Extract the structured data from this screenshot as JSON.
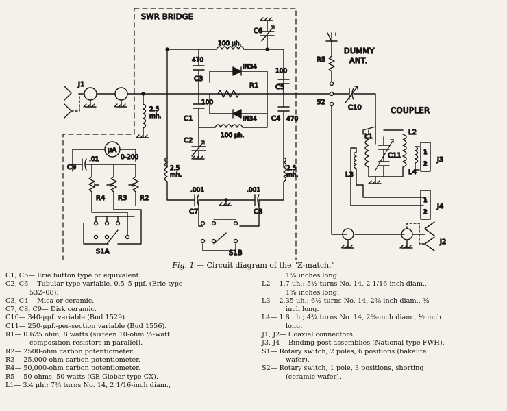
{
  "diagram": {
    "section_labels": {
      "swr_bridge": "SWR BRIDGE",
      "dummy_ant": "DUMMY",
      "dummy_ant_2": "ANT.",
      "coupler": "COUPLER"
    },
    "component_labels": {
      "j1": "J1",
      "j2": "J2",
      "j3": "J3",
      "j4": "J4",
      "c1": "C1",
      "c2": "C2",
      "c3": "C3",
      "c4": "C4",
      "c5": "C5",
      "c6": "C6",
      "c7": "C7",
      "c8": "C8",
      "c9": "C9",
      "c10": "C10",
      "c11": "C11",
      "r1": "R1",
      "r2": "R2",
      "r3": "R3",
      "r4": "R4",
      "r5": "R5",
      "l1": "L1",
      "l2": "L2",
      "l3": "L3",
      "l4": "L4",
      "s1a": "S1A",
      "s1b": "S1B",
      "s2": "S2",
      "meter": "μA"
    },
    "value_labels": {
      "l_top": "100 μh.",
      "l_mid": "100 μh.",
      "c3_val": "470",
      "c5_val": "100",
      "c1_val": "100",
      "c4_val": "470",
      "diode_top": "IN34",
      "diode_bot": "IN34",
      "rfc_left": "2.5",
      "rfc_left_2": "mh.",
      "rfc_bl": "2.5",
      "rfc_bl_2": "mh.",
      "rfc_br": "2.5",
      "rfc_br_2": "mh.",
      "c9_val": ".01",
      "meter_range": "0-200",
      "c7_val": ".001",
      "c8_val": ".001",
      "pin1_j3": "1",
      "pin2_j3": "2",
      "pin1_j4": "1",
      "pin2_j4": "2"
    }
  },
  "caption": {
    "prefix": "Fig. 1",
    "text": " — Circuit diagram of the \"Z-match.\""
  },
  "parts_left": [
    {
      "ref": "C1, C5",
      "text": "— Erie button type or equivalent."
    },
    {
      "ref": "C2, C6",
      "text": "— Tubular-type variable, 0.5–5 μμf. (Erie type"
    },
    {
      "ref": "",
      "text": "532–08)."
    },
    {
      "ref": "C3, C4",
      "text": "— Mica or ceramic."
    },
    {
      "ref": "C7, C8, C9",
      "text": "— Disk ceramic."
    },
    {
      "ref": "C10",
      "text": "— 340-μμf. variable (Bud 1529)."
    },
    {
      "ref": "C11",
      "text": "— 250-μμf.-per-section variable (Bud 1556)."
    },
    {
      "ref": "R1",
      "text": "— 0.625 ohm, 8 watts (sixteen 10-ohm ½-watt"
    },
    {
      "ref": "",
      "text": "composition resistors in parallel)."
    },
    {
      "ref": "R2",
      "text": "— 2500-ohm carbon potentiometer."
    },
    {
      "ref": "R3",
      "text": "— 25,000-ohm carbon potentiometer."
    },
    {
      "ref": "R4",
      "text": "— 50,000-ohm carbon potentiometer."
    },
    {
      "ref": "R5",
      "text": "— 50 ohms, 50 watts (GE Globar type CX)."
    },
    {
      "ref": "L1",
      "text": "— 3.4 μh.; 7¾ turns No. 14, 2 1/16-inch diam.,"
    }
  ],
  "parts_right": [
    {
      "ref": "",
      "text": "1¼ inches long."
    },
    {
      "ref": "L2",
      "text": "— 1.7 μh.; 5½ turns No. 14, 2 1/16-inch diam.,"
    },
    {
      "ref": "",
      "text": "1⅝ inches long."
    },
    {
      "ref": "L3",
      "text": "— 2.35 μh.; 6½ turns No. 14, 2⅝-inch diam., ⅝"
    },
    {
      "ref": "",
      "text": "inch long."
    },
    {
      "ref": "L4",
      "text": "— 1.8 μh.; 4¾ turns No. 14, 2⅝-inch diam., ½ inch"
    },
    {
      "ref": "",
      "text": "long."
    },
    {
      "ref": "J1, J2",
      "text": "— Coaxial connectors."
    },
    {
      "ref": "J3, J4",
      "text": "— Binding-post assemblies (National type FWH)."
    },
    {
      "ref": "S1",
      "text": "— Rotary switch, 2 poles, 6 positions (bakelite"
    },
    {
      "ref": "",
      "text": "wafer)."
    },
    {
      "ref": "S2",
      "text": "— Rotary switch, 1 pole, 3 positions, shorting"
    },
    {
      "ref": "",
      "text": "(ceramic wafer)."
    }
  ]
}
